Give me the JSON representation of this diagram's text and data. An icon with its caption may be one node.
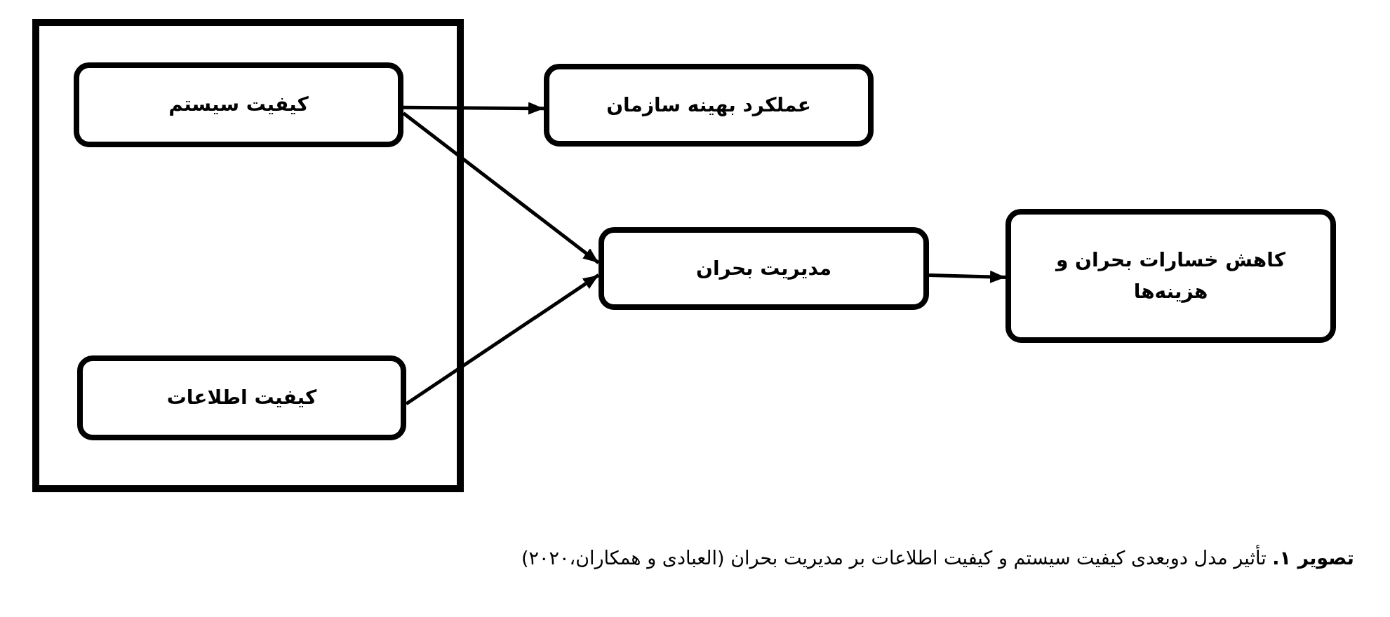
{
  "diagram": {
    "caption": "**تصویر ۱.** تأثیر مدل دوبعدی کیفیت سیستم و کیفیت اطلاعات بر مدیریت بحران (العبادی و همکاران،۲۰۲۰)",
    "nodes": [
      {
        "text": [],
        "shape": "box"
      },
      {
        "text": [
          "کیفیت سیستم"
        ],
        "in": 0
      },
      {
        "text": [
          "کیفیت اطلاعات"
        ],
        "in": 0
      },
      {
        "text": [
          "عملکرد بهینه سازمان"
        ]
      },
      {
        "text": [
          "مدیریت بحران"
        ]
      },
      {
        "text": [
          "کاهش خسارات بحران و هزینه‌ها"
        ]
      }
    ],
    "edges": [
      {
        "from": 1,
        "to": 3,
        "arrow": "to"
      },
      {
        "from": 1,
        "to": 4,
        "arrow": "to"
      },
      {
        "from": 2,
        "to": 4,
        "arrow": "to"
      },
      {
        "from": 4,
        "to": 5,
        "arrow": "to"
      }
    ]
  }
}
